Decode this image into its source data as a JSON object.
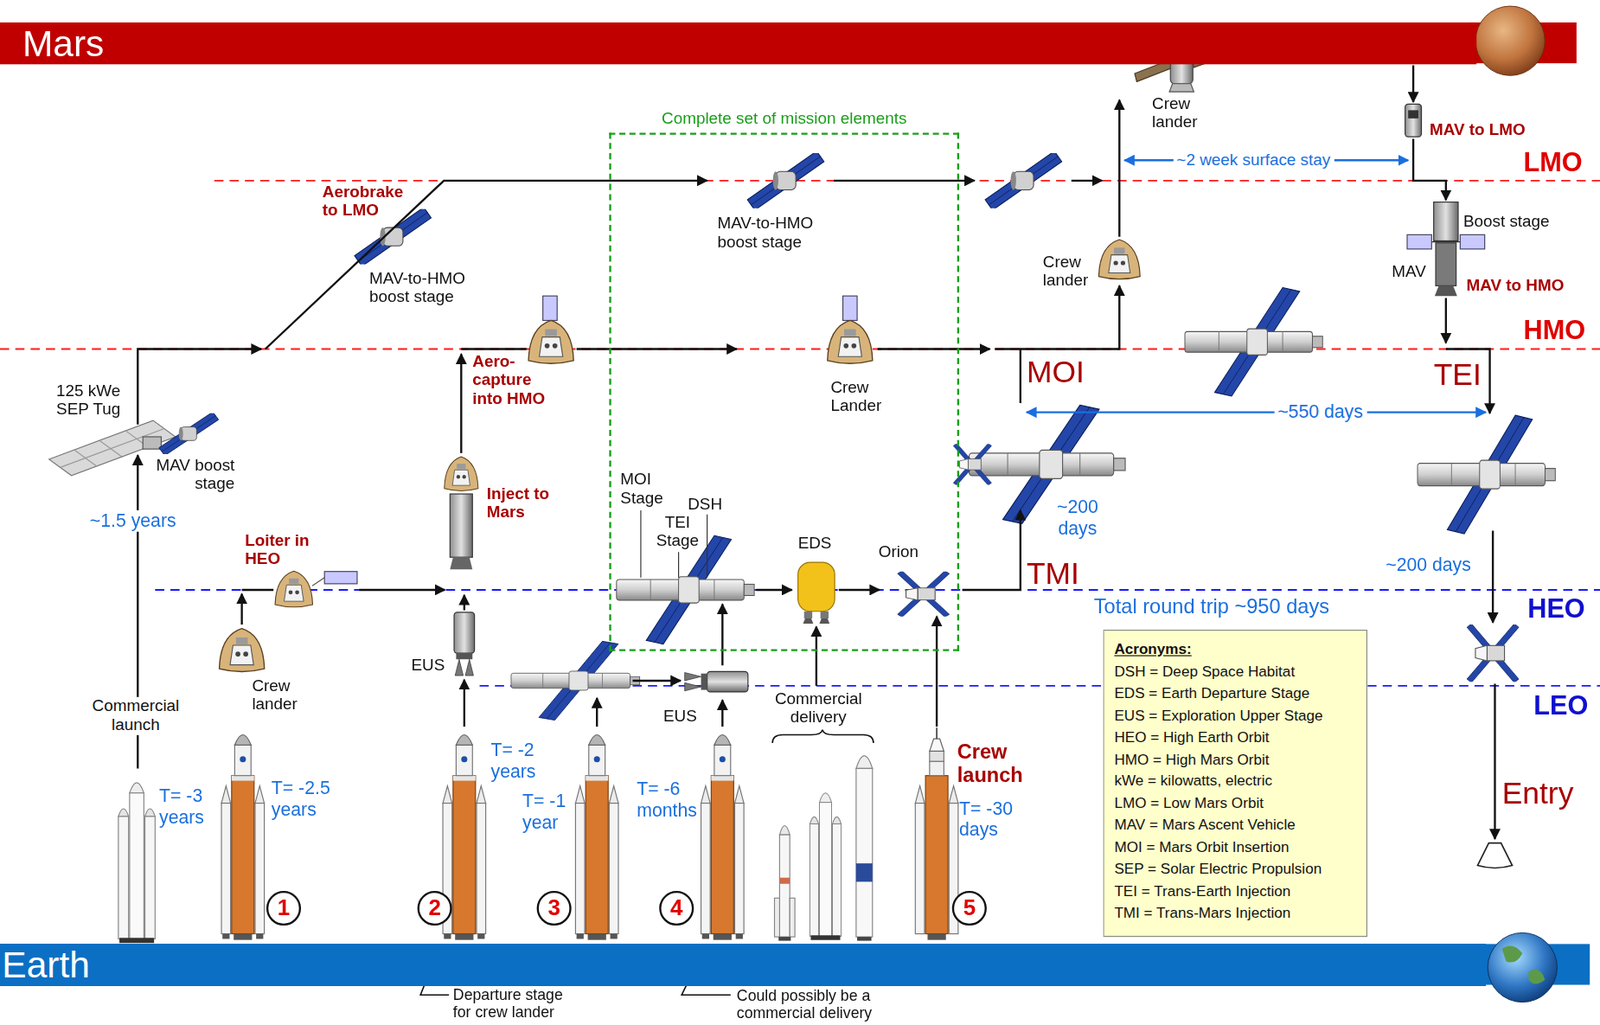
{
  "diagram": {
    "nodes": [
      {
        "text": [
          "Mars"
        ]
      },
      {
        "text": [
          "Complete set of mission elements"
        ]
      },
      {
        "text": [
          "Acronyms:",
          "DSH = Deep Space Habitat",
          "EDS = Earth Departure Stage",
          "EUS = Exploration Upper Stage",
          "HEO = High Earth Orbit",
          "HMO = High Mars Orbit",
          "kWe = kilowatts, electric",
          "LMO = Low Mars Orbit",
          "MAV = Mars Ascent Vehicle",
          "MOI = Mars Orbit Insertion",
          "SEP = Solar Electric Propulsion",
          "TEI = Trans-Earth Injection",
          "TMI = Trans-Mars Injection"
        ]
      },
      {
        "text": [
          "1"
        ]
      },
      {
        "text": [
          "2"
        ]
      },
      {
        "text": [
          "3"
        ]
      },
      {
        "text": [
          "4"
        ]
      },
      {
        "text": [
          "5"
        ]
      },
      {
        "text": [
          "Earth"
        ]
      }
    ],
    "labels": [
      "Aerobrake to LMO",
      "MAV-to-HMO boost stage",
      "125 kWe SEP Tug",
      "MAV boost stage",
      "~1.5 years",
      "Loiter in HEO",
      "Crew lander",
      "Commercial launch",
      "T= -3 years",
      "T= -2.5 years",
      "Aero- capture into HMO",
      "Inject to Mars",
      "EUS",
      "T= -2 years",
      "Departure stage for crew lander",
      "MAV-to-HMO boost stage",
      "Crew Lander",
      "MOI Stage",
      "DSH",
      "TEI Stage",
      "EDS",
      "Orion",
      "T= -1 year",
      "EUS",
      "T= -6 months",
      "Commercial delivery",
      "Could possibly be a commercial delivery",
      "Crew launch",
      "T= -30 days",
      "Crew lander",
      "~2 week surface stay",
      "Crew lander",
      "MOI",
      "~200 days",
      "~550 days",
      "TMI",
      "Total round trip ~950 days",
      "MAV to LMO",
      "LMO",
      "Boost stage",
      "MAV",
      "MAV to HMO",
      "HMO",
      "TEI",
      "~200 days",
      "HEO",
      "LEO",
      "Entry"
    ]
  }
}
